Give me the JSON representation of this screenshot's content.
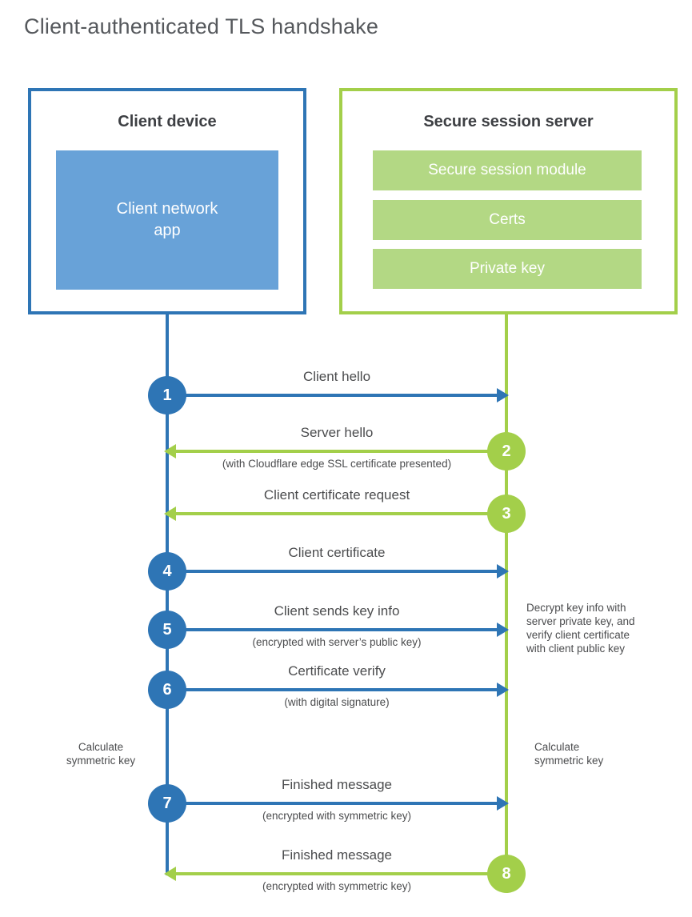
{
  "title": "Client-authenticated TLS handshake",
  "colors": {
    "blue": "#2e75b5",
    "blue_fill": "#68a2d8",
    "green": "#a3cf4a",
    "green_fill": "#b3d884",
    "heading_text": "#3d3f43",
    "label_text": "#4b4c4e",
    "title_text": "#55585c"
  },
  "client_box": {
    "title": "Client device",
    "app_lines": [
      "Client network",
      "app"
    ]
  },
  "server_box": {
    "title": "Secure session server",
    "modules": [
      "Secure session module",
      "Certs",
      "Private key"
    ]
  },
  "steps": [
    {
      "num": "1",
      "actor": "client",
      "direction": "right",
      "label": "Client hello",
      "sublabel": ""
    },
    {
      "num": "2",
      "actor": "server",
      "direction": "left",
      "label": "Server hello",
      "sublabel": "(with Cloudflare edge SSL certificate presented)"
    },
    {
      "num": "3",
      "actor": "server",
      "direction": "left",
      "label": "Client certificate request",
      "sublabel": ""
    },
    {
      "num": "4",
      "actor": "client",
      "direction": "right",
      "label": "Client certificate",
      "sublabel": ""
    },
    {
      "num": "5",
      "actor": "client",
      "direction": "right",
      "label": "Client sends key info",
      "sublabel": "(encrypted with server’s public key)"
    },
    {
      "num": "6",
      "actor": "client",
      "direction": "right",
      "label": "Certificate verify",
      "sublabel": "(with digital signature)"
    },
    {
      "num": "7",
      "actor": "client",
      "direction": "right",
      "label": "Finished message",
      "sublabel": "(encrypted with symmetric key)"
    },
    {
      "num": "8",
      "actor": "server",
      "direction": "left",
      "label": "Finished message",
      "sublabel": "(encrypted with symmetric key)"
    }
  ],
  "annotations": {
    "server_note_lines": [
      "Decrypt key info with",
      "server private key, and",
      "verify client certificate",
      "with client public key"
    ],
    "calc_left_lines": [
      "Calculate",
      "symmetric key"
    ],
    "calc_right_lines": [
      "Calculate",
      "symmetric key"
    ]
  }
}
